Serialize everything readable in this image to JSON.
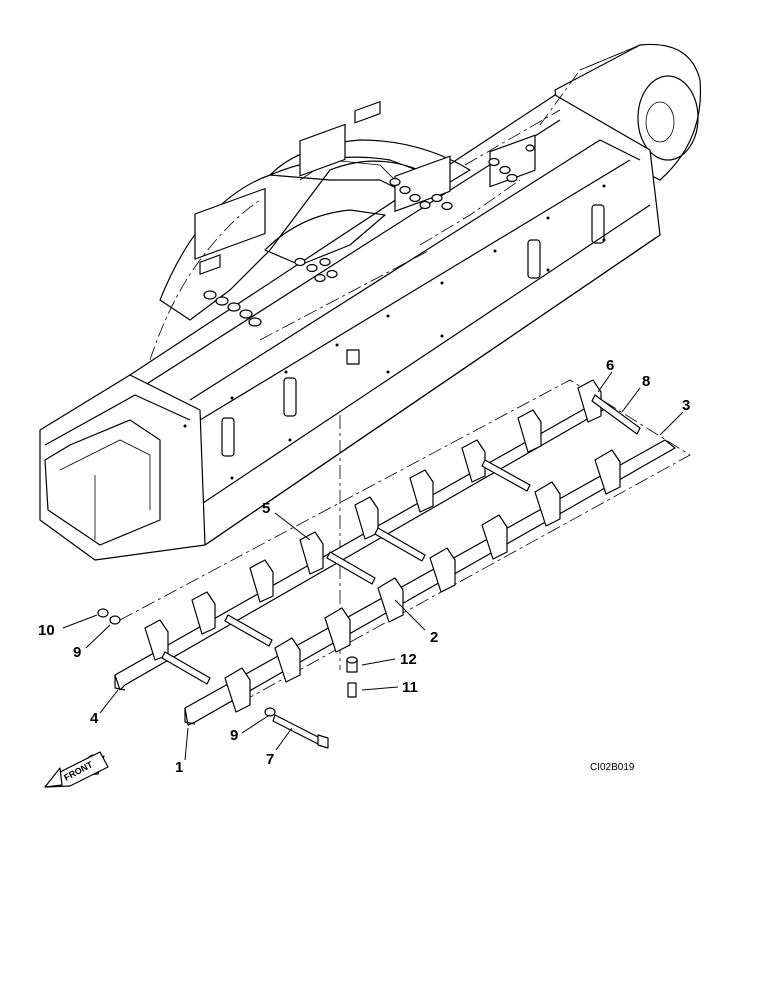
{
  "diagram": {
    "drawing_code": "CI02B019",
    "front_label": "FRONT",
    "callouts": [
      {
        "id": "c1",
        "label": "1"
      },
      {
        "id": "c2",
        "label": "2"
      },
      {
        "id": "c3",
        "label": "3"
      },
      {
        "id": "c4",
        "label": "4"
      },
      {
        "id": "c5",
        "label": "5"
      },
      {
        "id": "c6",
        "label": "6"
      },
      {
        "id": "c7",
        "label": "7"
      },
      {
        "id": "c8",
        "label": "8"
      },
      {
        "id": "c9a",
        "label": "9"
      },
      {
        "id": "c9b",
        "label": "9"
      },
      {
        "id": "c10",
        "label": "10"
      },
      {
        "id": "c11",
        "label": "11"
      },
      {
        "id": "c12",
        "label": "12"
      }
    ]
  }
}
